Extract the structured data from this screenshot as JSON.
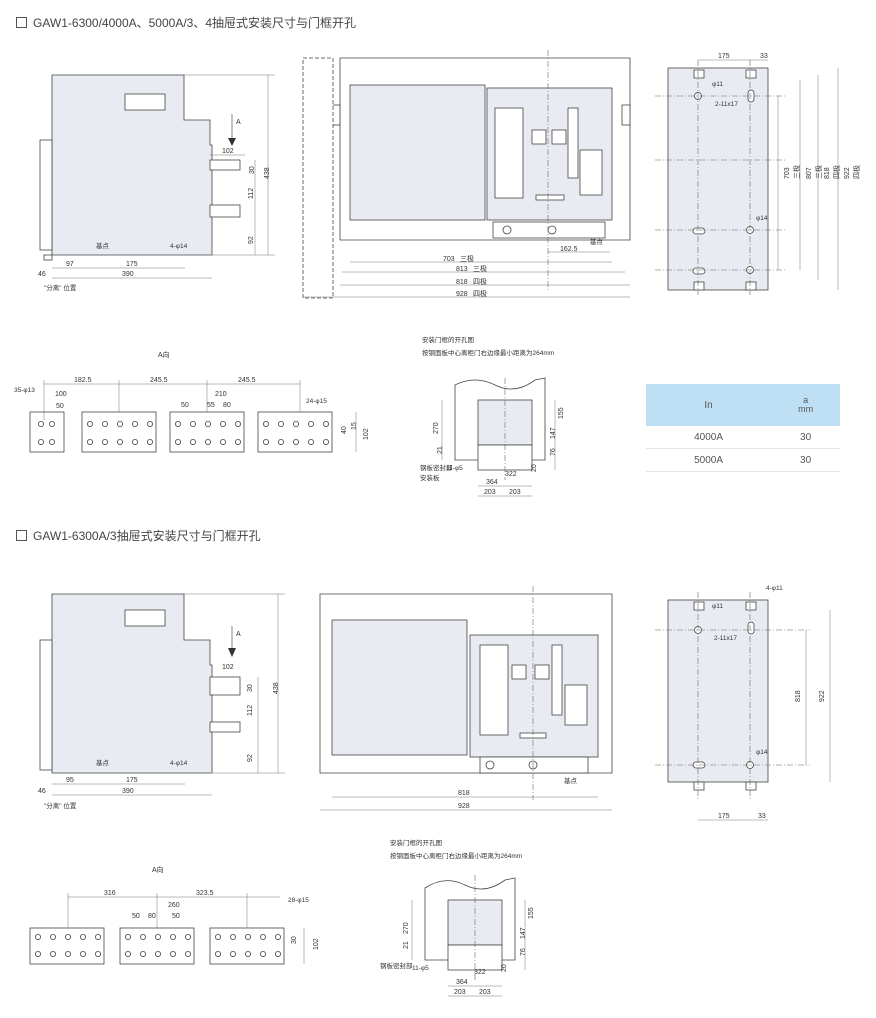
{
  "sections": [
    {
      "title": "GAW1-6300/4000A、5000A/3、4抽屉式安装尺寸与门框开孔"
    },
    {
      "title": "GAW1-6300A/3抽屉式安装尺寸与门框开孔"
    }
  ],
  "top": {
    "side": {
      "arrow_label": "A",
      "dims": [
        "102",
        "30",
        "438",
        "112",
        "92",
        "97",
        "175",
        "390",
        "46"
      ],
      "base_label": "基点",
      "hole_label": "4-φ14",
      "note": "\"分离\" 位置"
    },
    "front": {
      "dims": [
        "703",
        "813",
        "818",
        "928",
        "162.5"
      ],
      "pole_labels": [
        "三极",
        "三极",
        "四极",
        "四极"
      ],
      "base_label": "基点"
    },
    "mount": {
      "dims": [
        "175",
        "33",
        "703",
        "807",
        "818",
        "922"
      ],
      "pole_labels": [
        "三极",
        "三极",
        "四极",
        "四极"
      ],
      "hole_labels": [
        "φ11",
        "2-11x17",
        "φ14"
      ]
    },
    "view_a": {
      "title": "A向",
      "dims": [
        "182.5",
        "245.5",
        "245.5",
        "100",
        "50",
        "210",
        "50",
        "55",
        "80",
        "40",
        "15",
        "102"
      ],
      "hole_labels": [
        "35-φ13",
        "24-φ15"
      ]
    },
    "cutout": {
      "title": "安装门框的开孔图",
      "note": "按钢面板中心离柜门右边缘最小距离为264mm",
      "dims": [
        "270",
        "21",
        "155",
        "147",
        "76",
        "20",
        "322",
        "364",
        "203",
        "203"
      ],
      "labels": [
        "钢板密封部",
        "11-φ5",
        "安装板"
      ]
    },
    "table": {
      "header_in": "In",
      "header_a": "a",
      "header_unit": "mm",
      "rows": [
        {
          "in": "4000A",
          "a": "30"
        },
        {
          "in": "5000A",
          "a": "30"
        }
      ]
    }
  },
  "bottom": {
    "side": {
      "arrow_label": "A",
      "dims": [
        "102",
        "30",
        "438",
        "112",
        "92",
        "95",
        "175",
        "390",
        "46"
      ],
      "base_label": "基点",
      "hole_label": "4-φ14",
      "note": "\"分离\" 位置"
    },
    "front": {
      "dims": [
        "818",
        "928"
      ],
      "base_label": "基点"
    },
    "mount": {
      "dims": [
        "818",
        "922",
        "175",
        "33"
      ],
      "hole_labels": [
        "4-φ11",
        "φ11",
        "2-11x17",
        "φ14"
      ]
    },
    "view_a": {
      "title": "A向",
      "dims": [
        "316",
        "260",
        "323.5",
        "50",
        "80",
        "50",
        "28-φ15",
        "30",
        "102"
      ]
    },
    "cutout": {
      "title": "安装门框的开孔图",
      "note": "按钢面板中心离柜门右边缘最小距离为264mm",
      "dims": [
        "270",
        "21",
        "155",
        "147",
        "76",
        "20",
        "322",
        "364",
        "203",
        "203"
      ],
      "labels": [
        "钢板密封部",
        "11-φ5"
      ]
    }
  }
}
